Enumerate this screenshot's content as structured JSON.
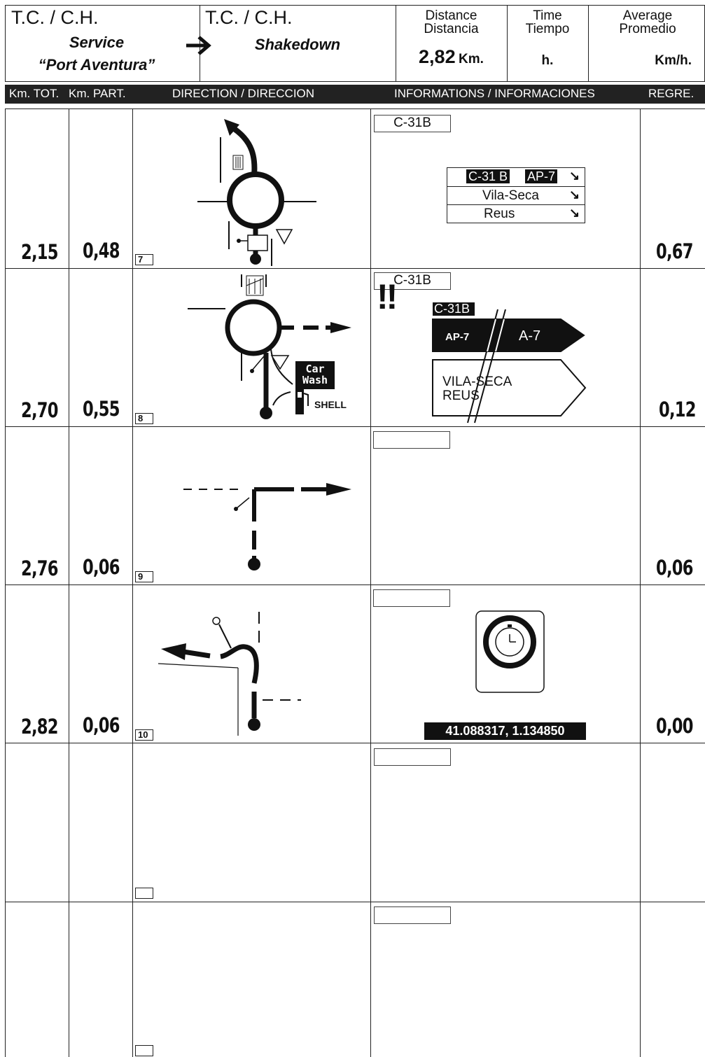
{
  "header": {
    "tc_left": "T.C. / C.H.",
    "service_line1": "Service",
    "service_line2": "“Port Aventura”",
    "tc_right": "T.C. / C.H.",
    "destination": "Shakedown",
    "distance_label_en": "Distance",
    "distance_label_es": "Distancia",
    "distance_value": "2,82",
    "distance_unit": "Km.",
    "time_label_en": "Time",
    "time_label_es": "Tiempo",
    "time_unit": "h.",
    "avg_label_en": "Average",
    "avg_label_es": "Promedio",
    "avg_unit": "Km/h."
  },
  "columns": {
    "km_tot": "Km. TOT.",
    "km_part": "Km. PART.",
    "direction": "DIRECTION / DIRECCION",
    "info": "INFORMATIONS / INFORMACIONES",
    "regre": "REGRE."
  },
  "rows": [
    {
      "km_tot": "2,15",
      "km_part": "0,48",
      "num": "7",
      "road": "C-31B",
      "regre": "0,67"
    },
    {
      "km_tot": "2,70",
      "km_part": "0,55",
      "num": "8",
      "road": "C-31B",
      "regre": "0,12"
    },
    {
      "km_tot": "2,76",
      "km_part": "0,06",
      "num": "9",
      "road": "",
      "regre": "0,06"
    },
    {
      "km_tot": "2,82",
      "km_part": "0,06",
      "num": "10",
      "road": "",
      "regre": "0,00"
    },
    {
      "km_tot": "",
      "km_part": "",
      "num": "",
      "road": "",
      "regre": ""
    },
    {
      "km_tot": "",
      "km_part": "",
      "num": "",
      "road": "",
      "regre": ""
    }
  ],
  "signs": {
    "row1_sign": {
      "tag1": "C-31 B",
      "tag2": "AP-7",
      "line2": "Vila-Seca",
      "line3": "Reus"
    },
    "row2_sign": {
      "tag": "C-31B",
      "left": "AP-7",
      "right": "A-7",
      "dest1": "VILA-SECA",
      "dest2": "REUS",
      "warning": "!!"
    },
    "row2_car_wash": {
      "line1": "Car",
      "line2": "Wash"
    },
    "row2_fuel": "SHELL",
    "row4_gps": "41.088317, 1.134850"
  }
}
